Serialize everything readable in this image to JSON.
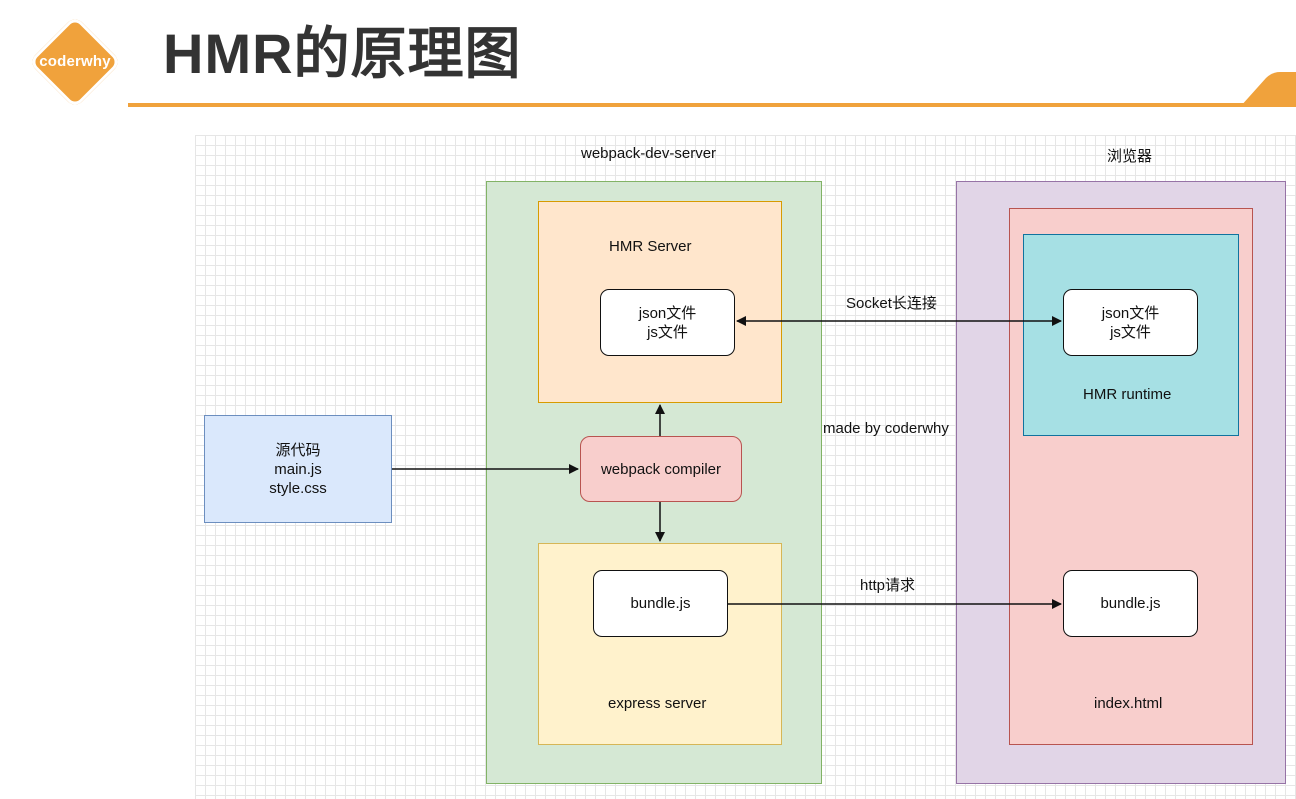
{
  "header": {
    "logo_text": "coderwhy",
    "title": "HMR的原理图"
  },
  "diagram": {
    "dev_server_title": "webpack-dev-server",
    "browser_title": "浏览器",
    "hmr_server": {
      "label": "HMR Server",
      "file_line1": "json文件",
      "file_line2": "js文件"
    },
    "compiler_label": "webpack compiler",
    "express_server": {
      "label": "express server",
      "bundle_label": "bundle.js"
    },
    "source": {
      "line1": "源代码",
      "line2": "main.js",
      "line3": "style.css"
    },
    "browser": {
      "runtime_label": "HMR runtime",
      "file_line1": "json文件",
      "file_line2": "js文件",
      "bundle_label": "bundle.js",
      "index_label": "index.html"
    },
    "socket_label": "Socket长连接",
    "http_label": "http请求",
    "watermark": "made by coderwhy"
  },
  "colors": {
    "accent": "#f0a23c",
    "dev_server_fill": "#d5e8d4",
    "dev_server_stroke": "#82b366",
    "hmr_server_fill": "#ffe6cc",
    "hmr_server_stroke": "#d79b00",
    "compiler_fill": "#f8cecc",
    "compiler_stroke": "#b85450",
    "express_fill": "#fff2cc",
    "express_stroke": "#d6b656",
    "source_fill": "#dae8fc",
    "source_stroke": "#6c8ebf",
    "browser_fill": "#e1d5e7",
    "browser_stroke": "#9673a6",
    "index_fill": "#f8cecc",
    "index_stroke": "#b85450",
    "runtime_fill": "#a6e0e4",
    "runtime_stroke": "#10739e"
  }
}
